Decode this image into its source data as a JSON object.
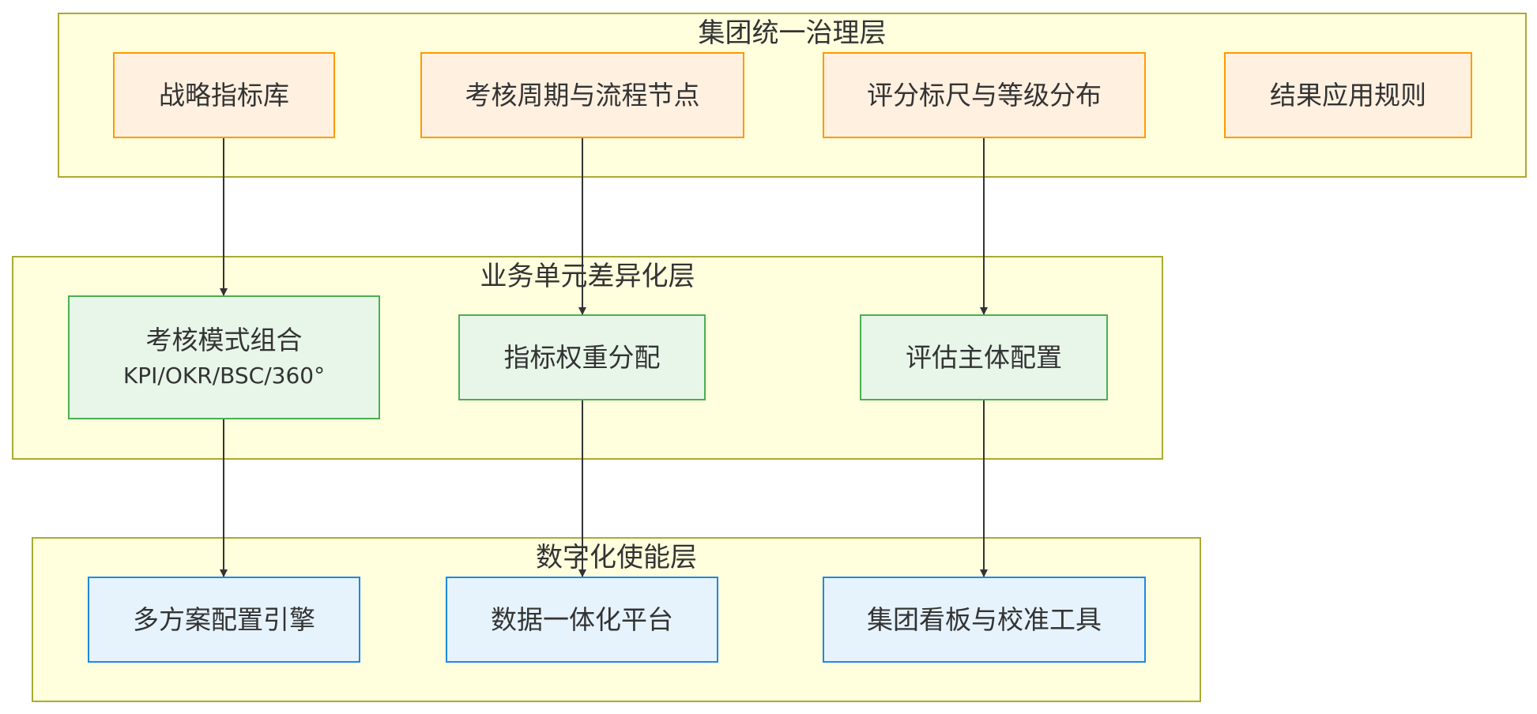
{
  "layers": {
    "governance": {
      "title": "集团统一治理层"
    },
    "business": {
      "title": "业务单元差异化层"
    },
    "digital": {
      "title": "数字化使能层"
    }
  },
  "nodes": {
    "strategy_kpi_library": "战略指标库",
    "cycle_process": "考核周期与流程节点",
    "scoring_scale": "评分标尺与等级分布",
    "result_rules": "结果应用规则",
    "mode_combo": {
      "line1": "考核模式组合",
      "line2": "KPI/OKR/BSC/360°"
    },
    "weight_allocation": "指标权重分配",
    "evaluator_config": "评估主体配置",
    "multi_plan_engine": "多方案配置引擎",
    "data_platform": "数据一体化平台",
    "dashboard_tools": "集团看板与校准工具"
  },
  "edges": [
    {
      "from": "战略指标库",
      "to": "考核模式组合"
    },
    {
      "from": "考核周期与流程节点",
      "to": "指标权重分配"
    },
    {
      "from": "评分标尺与等级分布",
      "to": "评估主体配置"
    },
    {
      "from": "考核模式组合",
      "to": "多方案配置引擎"
    },
    {
      "from": "指标权重分配",
      "to": "数据一体化平台"
    },
    {
      "from": "评估主体配置",
      "to": "集团看板与校准工具"
    }
  ],
  "colors": {
    "layer_fill": "#ffffde",
    "layer_border": "#aaaa33",
    "governance_node_fill": "#fff0e0",
    "governance_node_border": "#ff9900",
    "business_node_fill": "#e8f5e9",
    "business_node_border": "#4caf50",
    "digital_node_fill": "#e6f3fd",
    "digital_node_border": "#1e88e5",
    "edge": "#333333"
  }
}
